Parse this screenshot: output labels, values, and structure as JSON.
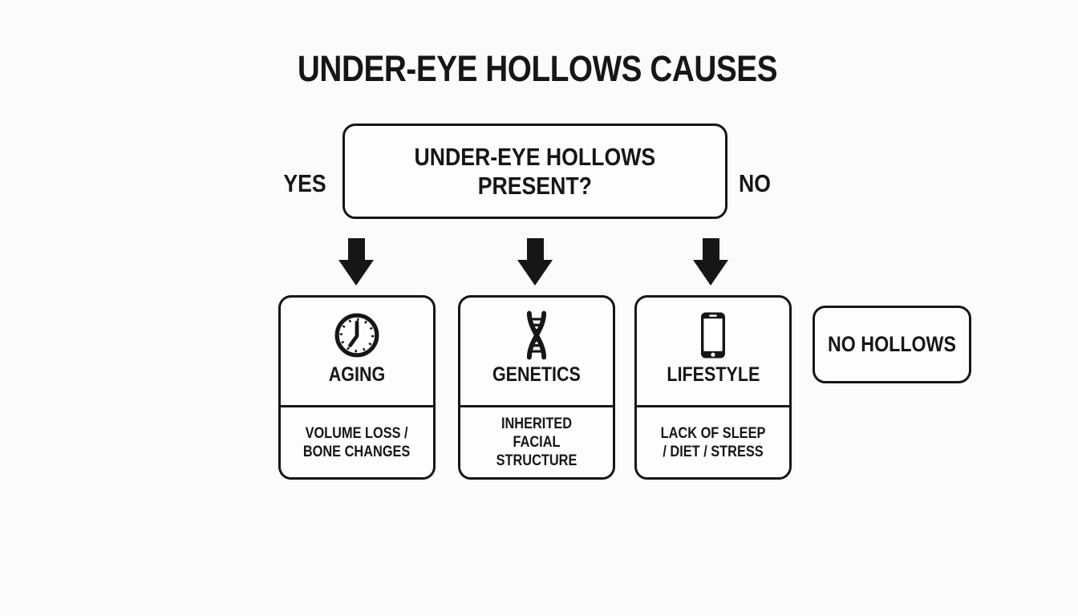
{
  "title": "UNDER-EYE HOLLOWS CAUSES",
  "decision": {
    "question": "UNDER-EYE HOLLOWS\nPRESENT?",
    "yes_label": "YES",
    "no_label": "NO"
  },
  "causes": [
    {
      "icon": "clock-icon",
      "label": "AGING",
      "description": "VOLUME LOSS /\nBONE CHANGES"
    },
    {
      "icon": "dna-icon",
      "label": "GENETICS",
      "description": "INHERITED\nFACIAL STRUCTURE"
    },
    {
      "icon": "smartphone-icon",
      "label": "LIFESTYLE",
      "description": "LACK OF SLEEP\n/ DIET / STRESS"
    }
  ],
  "outcome": {
    "label": "NO HOLLOWS"
  },
  "colors": {
    "background": "#fbfbfb",
    "ink": "#161616",
    "box_fill": "#fdfdfd"
  }
}
